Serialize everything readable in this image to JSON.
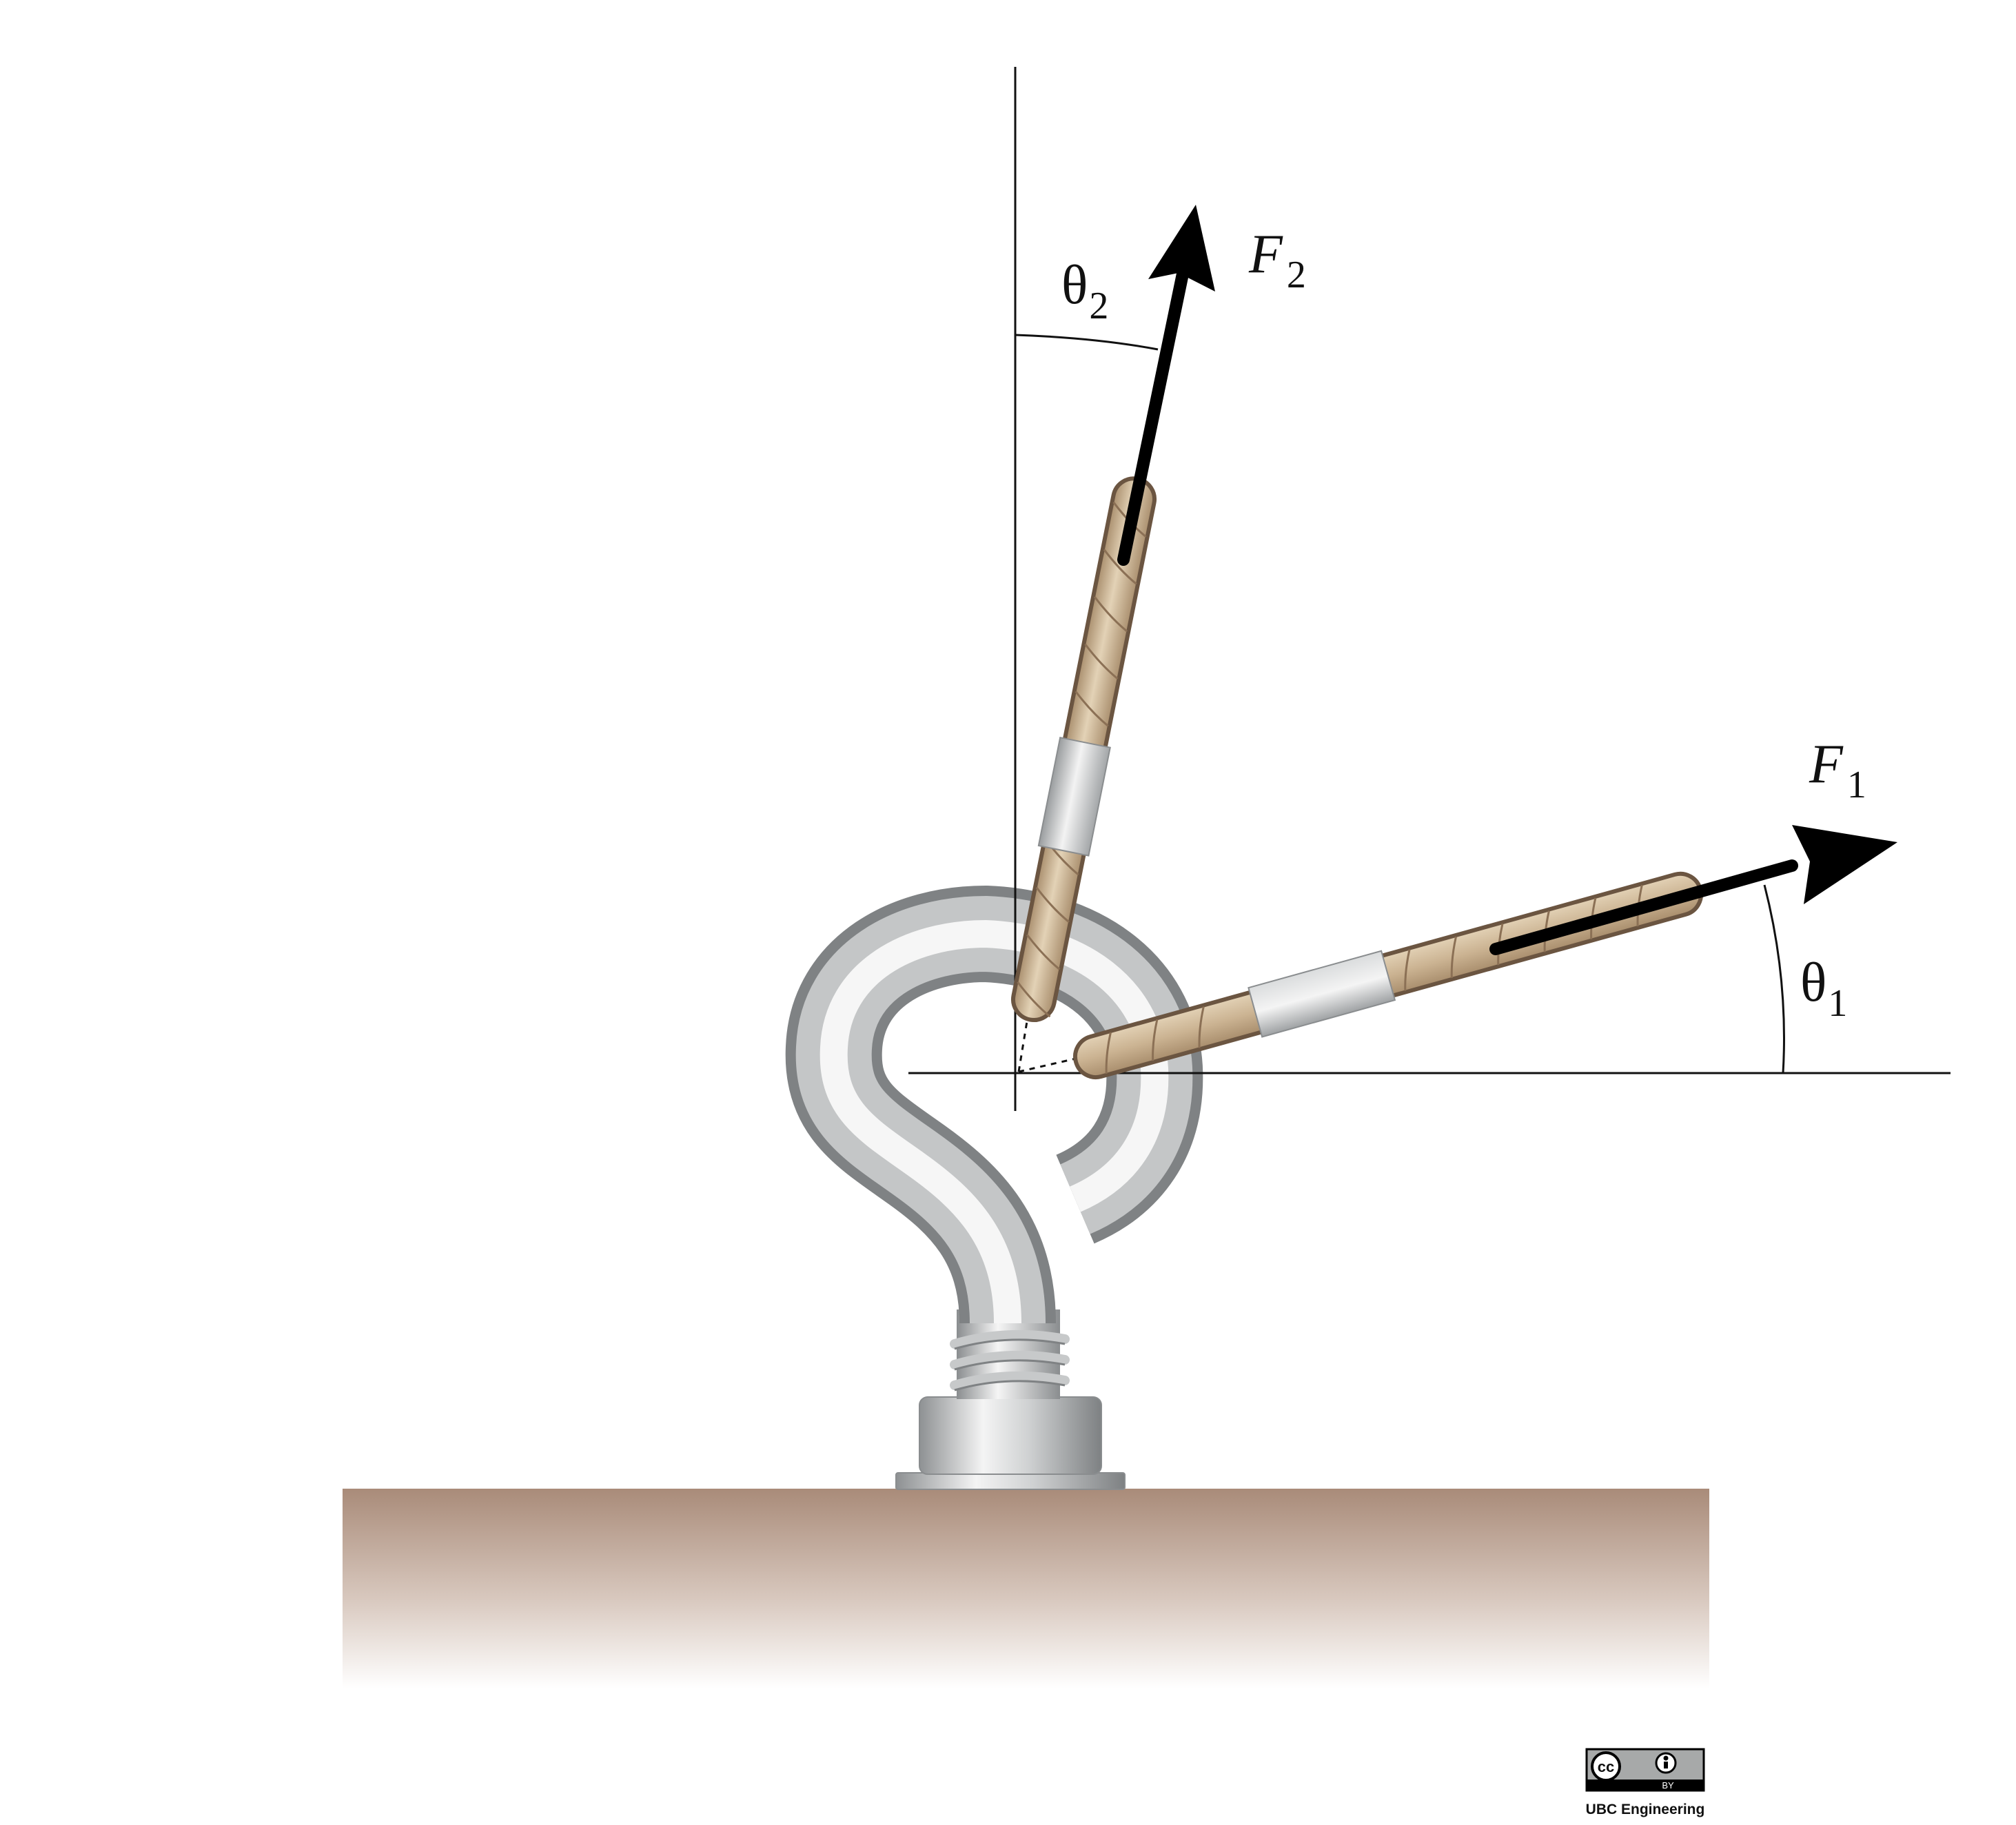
{
  "labels": {
    "force_1": "F",
    "force_1_sub": "1",
    "force_2": "F",
    "force_2_sub": "2",
    "angle_1": "θ",
    "angle_1_sub": "1",
    "angle_2": "θ",
    "angle_2_sub": "2"
  },
  "license": {
    "cc_mark": "cc",
    "by_mark": "BY",
    "attribution": "UBC Engineering"
  },
  "colors": {
    "axes": "#111111",
    "arrows": "#000000",
    "rope": "#c9b08f",
    "rope_edge": "#6b5541",
    "rope_twist": "#8b7055",
    "metal_light": "#f2f2f2",
    "metal_dark": "#8e9193",
    "ground_top": "#a98b79",
    "ground_bottom": "#ffffff"
  }
}
